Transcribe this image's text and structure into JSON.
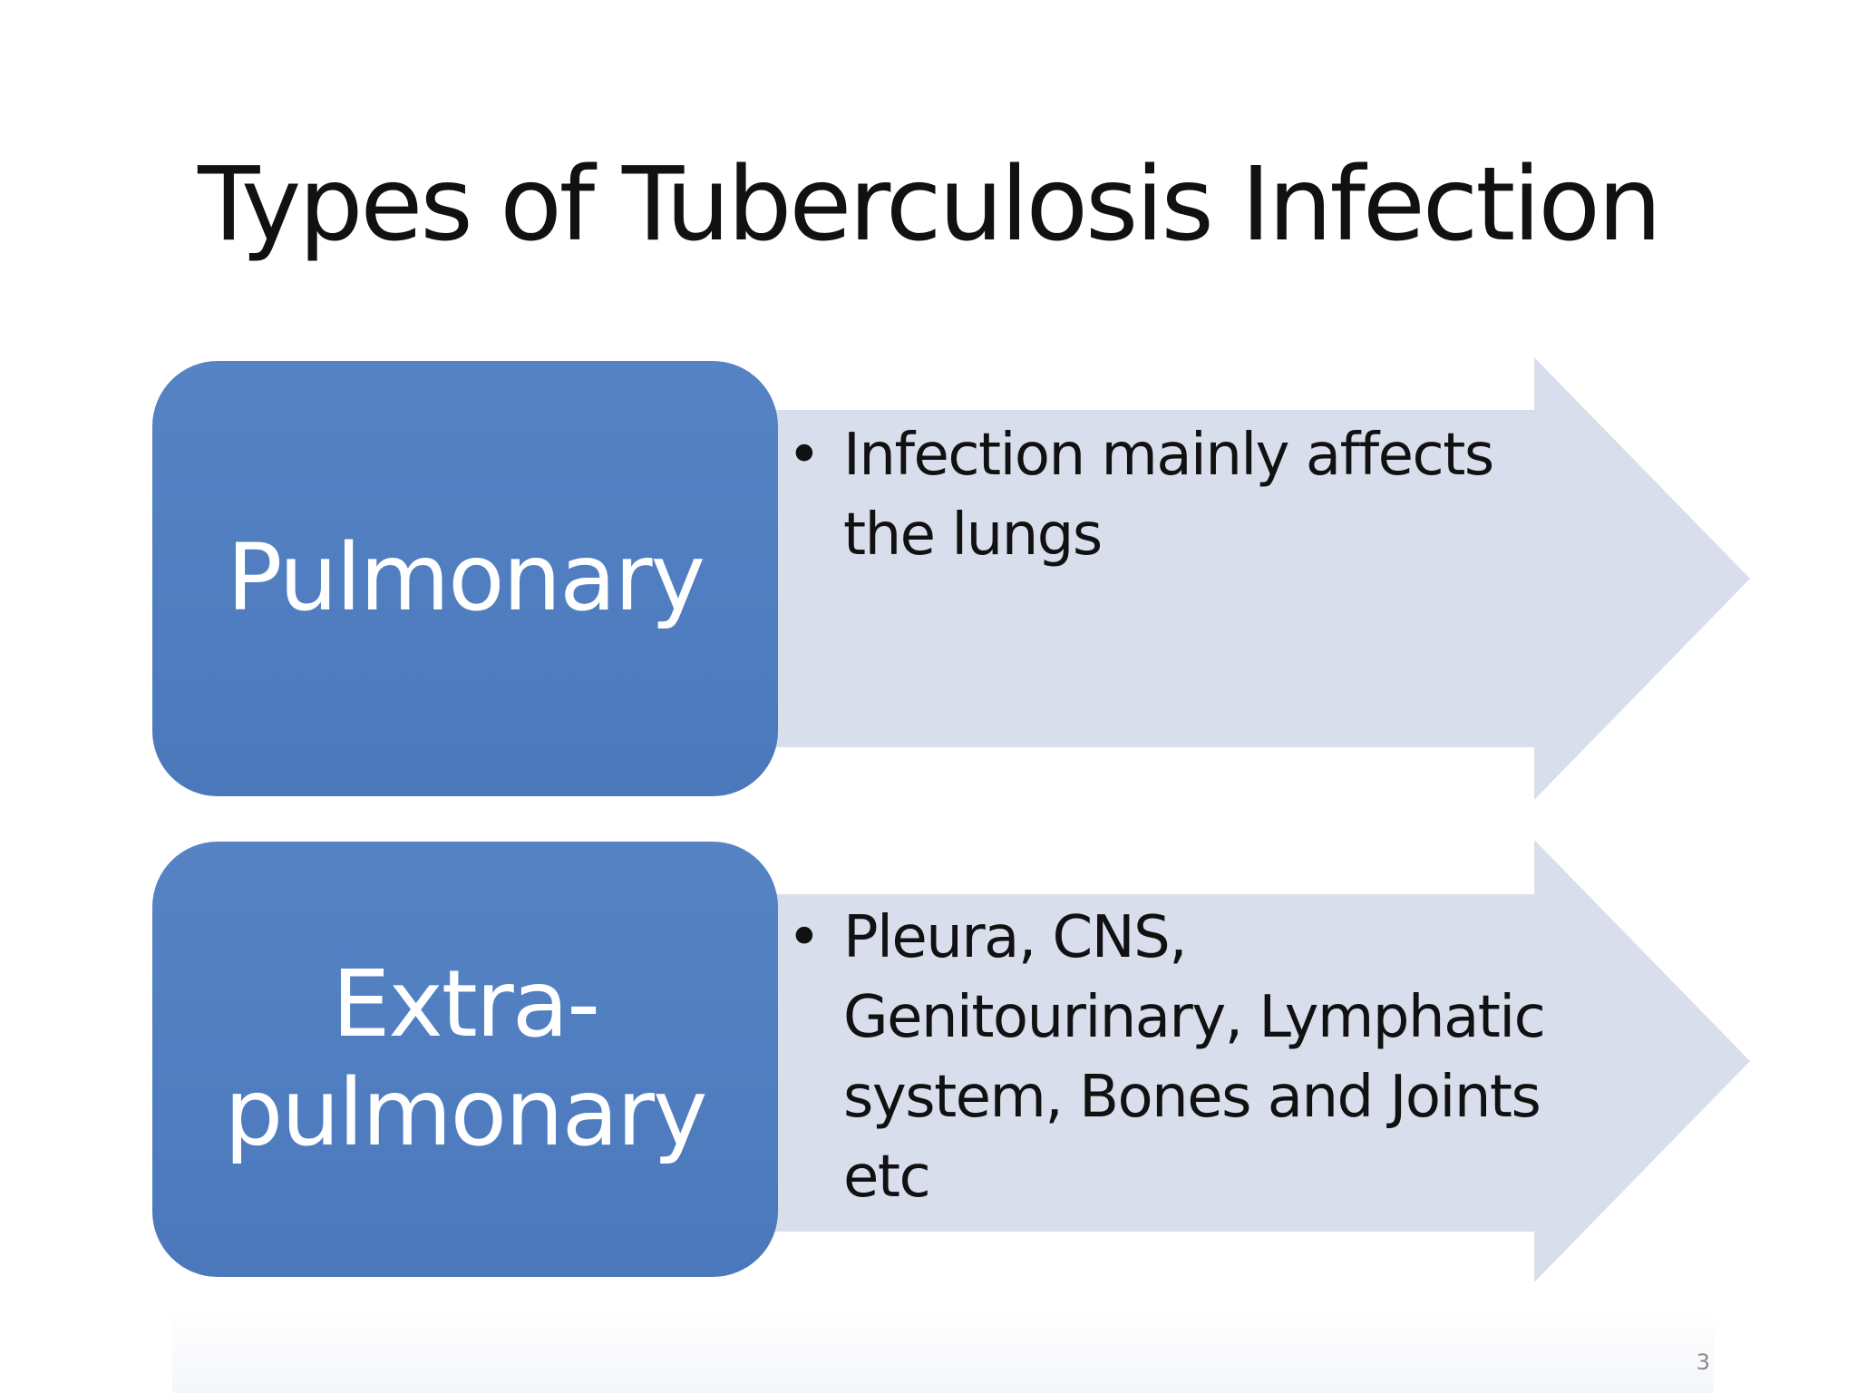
{
  "slide": {
    "title": "Types of Tuberculosis Infection",
    "page_number": "3",
    "rows": [
      {
        "label_lines": [
          "Pulmonary"
        ],
        "bullet": "•",
        "text_lines": [
          "Infection mainly affects",
          "the lungs"
        ]
      },
      {
        "label_lines": [
          "Extra-",
          "pulmonary"
        ],
        "bullet": "•",
        "text_lines": [
          "Pleura, CNS,",
          "Genitourinary, Lymphatic",
          "system, Bones and Joints",
          "etc"
        ]
      }
    ]
  },
  "colors": {
    "label_box": "#4f7dbf",
    "arrow_fill": "#d8deec",
    "title_text": "#111111",
    "label_text": "#ffffff"
  },
  "icons": {
    "row_arrow": "right-arrow-icon",
    "bullet": "bullet-icon"
  }
}
